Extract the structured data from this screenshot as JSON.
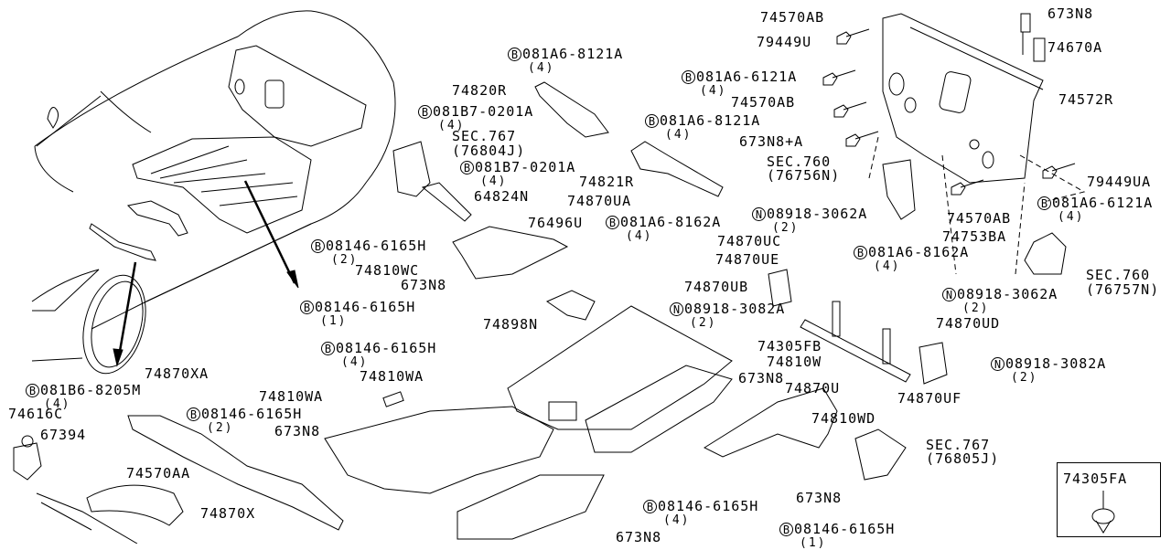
{
  "diagram": {
    "title": "Underbody covers and mounting parts (exploded parts diagram)",
    "callouts": [
      {
        "id": "c1",
        "part": "74570AB"
      },
      {
        "id": "c2",
        "part": "673N8"
      },
      {
        "id": "c3",
        "part": "79449U"
      },
      {
        "id": "c4",
        "part": "74670A"
      },
      {
        "id": "c5",
        "part": "081A6-6121A",
        "prefix": "B",
        "qty": "(4)"
      },
      {
        "id": "c6",
        "part": "74570AB"
      },
      {
        "id": "c7",
        "part": "74572R"
      },
      {
        "id": "c8",
        "part": "081A6-8121A",
        "prefix": "B",
        "qty": "(4)"
      },
      {
        "id": "c9",
        "part": "74820R"
      },
      {
        "id": "c10",
        "part": "081B7-0201A",
        "prefix": "B",
        "qty": "(4)"
      },
      {
        "id": "c11",
        "part": "081A6-8121A",
        "prefix": "B",
        "qty": "(4)"
      },
      {
        "id": "c12",
        "part": "673N8+A"
      },
      {
        "id": "c13",
        "part": "SEC.767",
        "sub": "(76804J)"
      },
      {
        "id": "c14",
        "part": "SEC.760",
        "sub": "(76756N)"
      },
      {
        "id": "c15",
        "part": "081B7-0201A",
        "prefix": "B",
        "qty": "(4)"
      },
      {
        "id": "c16",
        "part": "74821R"
      },
      {
        "id": "c17",
        "part": "79449UA"
      },
      {
        "id": "c18",
        "part": "64824N"
      },
      {
        "id": "c19",
        "part": "74870UA"
      },
      {
        "id": "c20",
        "part": "74570AB"
      },
      {
        "id": "c21",
        "part": "081A6-6121A",
        "prefix": "B",
        "qty": "(4)"
      },
      {
        "id": "c22",
        "part": "08918-3062A",
        "prefix": "N",
        "qty": "(2)"
      },
      {
        "id": "c23",
        "part": "76496U"
      },
      {
        "id": "c24",
        "part": "081A6-8162A",
        "prefix": "B",
        "qty": "(4)"
      },
      {
        "id": "c25",
        "part": "74753BA"
      },
      {
        "id": "c26",
        "part": "08146-6165H",
        "prefix": "B",
        "qty": "(2)"
      },
      {
        "id": "c27",
        "part": "74870UC"
      },
      {
        "id": "c28",
        "part": "081A6-8162A",
        "prefix": "B",
        "qty": "(4)"
      },
      {
        "id": "c29",
        "part": "74810WC"
      },
      {
        "id": "c30",
        "part": "74870UE"
      },
      {
        "id": "c31",
        "part": "SEC.760",
        "sub": "(76757N)"
      },
      {
        "id": "c32",
        "part": "673N8"
      },
      {
        "id": "c33",
        "part": "74870UB"
      },
      {
        "id": "c34",
        "part": "08918-3062A",
        "prefix": "N",
        "qty": "(2)"
      },
      {
        "id": "c35",
        "part": "08146-6165H",
        "prefix": "B",
        "qty": "(1)"
      },
      {
        "id": "c36",
        "part": "08918-3082A",
        "prefix": "N",
        "qty": "(2)"
      },
      {
        "id": "c37",
        "part": "74898N"
      },
      {
        "id": "c38",
        "part": "74870UD"
      },
      {
        "id": "c39",
        "part": "74305FB"
      },
      {
        "id": "c40",
        "part": "08146-6165H",
        "prefix": "B",
        "qty": "(4)"
      },
      {
        "id": "c41",
        "part": "74810W"
      },
      {
        "id": "c42",
        "part": "08918-3082A",
        "prefix": "N",
        "qty": "(2)"
      },
      {
        "id": "c43",
        "part": "74810WA"
      },
      {
        "id": "c44",
        "part": "673N8"
      },
      {
        "id": "c45",
        "part": "74870U"
      },
      {
        "id": "c46",
        "part": "74870UF"
      },
      {
        "id": "c47",
        "part": "74870XA"
      },
      {
        "id": "c48",
        "part": "081B6-8205M",
        "prefix": "B",
        "qty": "(4)"
      },
      {
        "id": "c49",
        "part": "74810WA"
      },
      {
        "id": "c50",
        "part": "74810WD"
      },
      {
        "id": "c51",
        "part": "74616C"
      },
      {
        "id": "c52",
        "part": "08146-6165H",
        "prefix": "B",
        "qty": "(2)"
      },
      {
        "id": "c53",
        "part": "SEC.767",
        "sub": "(76805J)"
      },
      {
        "id": "c54",
        "part": "67394"
      },
      {
        "id": "c55",
        "part": "673N8"
      },
      {
        "id": "c56",
        "part": "74570AA"
      },
      {
        "id": "c57",
        "part": "673N8"
      },
      {
        "id": "c58",
        "part": "08146-6165H",
        "prefix": "B",
        "qty": "(4)"
      },
      {
        "id": "c59",
        "part": "74870X"
      },
      {
        "id": "c60",
        "part": "673N8"
      },
      {
        "id": "c61",
        "part": "08146-6165H",
        "prefix": "B",
        "qty": "(1)"
      }
    ],
    "inset": {
      "part": "74305FA"
    }
  }
}
